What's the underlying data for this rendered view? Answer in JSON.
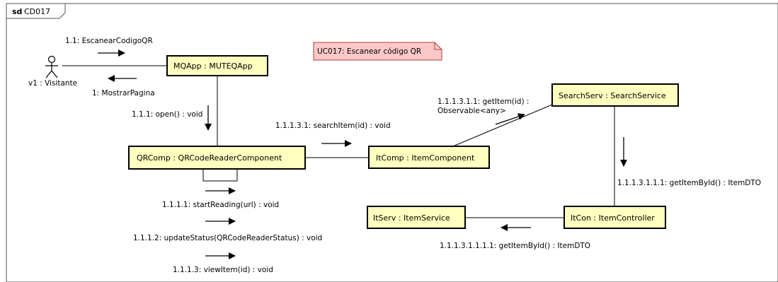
{
  "frame": {
    "keyword": "sd",
    "name": "CD017"
  },
  "note": {
    "text": "UC017: Escanear código QR"
  },
  "actor": {
    "label": "v1 : Visitante"
  },
  "lifelines": {
    "mqapp": "MQApp : MUTEQApp",
    "qrcomp": "QRComp : QRCodeReaderComponent",
    "itcomp": "ItComp : ItemComponent",
    "searchserv": "SearchServ : SearchService",
    "itcon": "ItCon : ItemController",
    "itserv": "ItServ : ItemService"
  },
  "messages": {
    "m1_1": "1.1: EscanearCodigoQR",
    "m1": "1: MostrarPagina",
    "m1_1_1": "1.1.1: open() : void",
    "m1_1_1_3_1": "1.1.1.3.1: searchItem(id) : void",
    "m1_1_1_3_1_1_a": "1.1.1.3.1.1: getItem(id) :",
    "m1_1_1_3_1_1_b": "Observable<any>",
    "m1_1_1_3_1_1_1": "1.1.1.3.1.1.1: getItemById() : ItemDTO",
    "m1_1_1_3_1_1_1_1": "1.1.1.3.1.1.1.1: getItemById() : ItemDTO",
    "m1_1_1_1": "1.1.1.1: startReading(url) : void",
    "m1_1_1_2": "1.1.1.2: updateStatus(QRCodeReaderStatus) : void",
    "m1_1_1_3": "1.1.1.3: viewItem(id) : void"
  },
  "colors": {
    "box_fill": "#ffffc0",
    "note_fill": "#ffc8c8",
    "note_stroke": "#b04040",
    "line": "#000000"
  }
}
